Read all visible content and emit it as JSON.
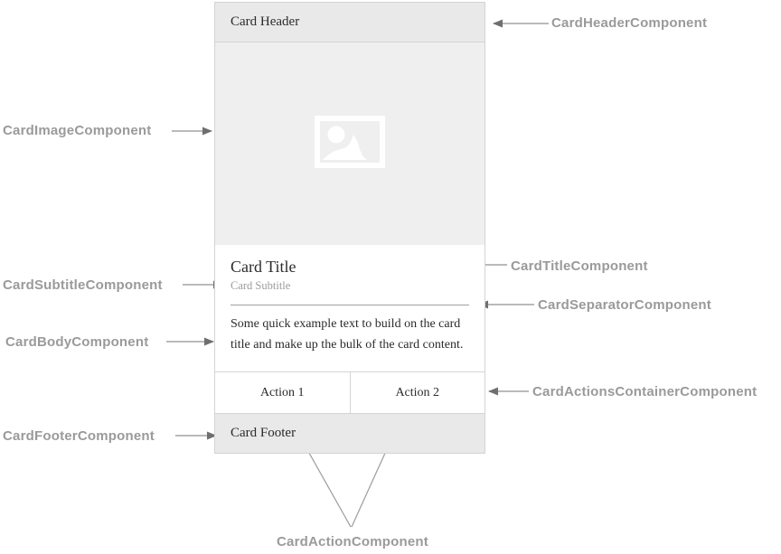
{
  "palette": {
    "label_text": "#9a9a9a",
    "annotation_line": "#a3a3a3",
    "arrowhead": "#6f6f6f",
    "card_border": "#d4d4d4",
    "header_footer_bg": "#e9e9e9",
    "image_bg": "#efefef",
    "image_icon": "#ffffff",
    "card_text": "#2b2b2b",
    "subtitle_text": "#9c9c9c"
  },
  "card": {
    "header": "Card Header",
    "image_icon_name": "image-placeholder-icon",
    "title": "Card Title",
    "subtitle": "Card Subtitle",
    "body": "Some quick example text to build on the card title and make up the bulk of the card content.",
    "actions": [
      "Action 1",
      "Action 2"
    ],
    "footer": "Card Footer"
  },
  "annotations": {
    "header": "CardHeaderComponent",
    "image": "CardImageComponent",
    "title": "CardTitleComponent",
    "subtitle": "CardSubtitleComponent",
    "separator": "CardSeparatorComponent",
    "body": "CardBodyComponent",
    "actions_container": "CardActionsContainerComponent",
    "footer": "CardFooterComponent",
    "action": "CardActionComponent"
  }
}
